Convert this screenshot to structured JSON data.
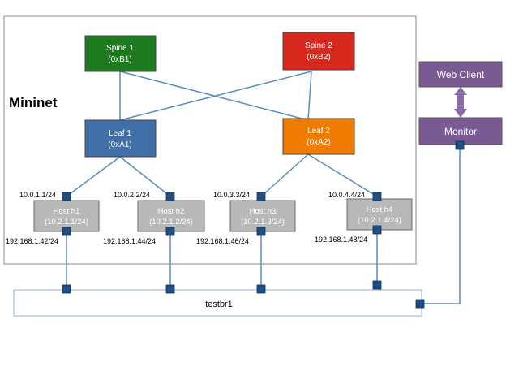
{
  "mininet": {
    "label": "Mininet"
  },
  "switches": {
    "spine1": {
      "name": "Spine 1",
      "id": "(0xB1)",
      "color": "#1e7a1e"
    },
    "spine2": {
      "name": "Spine 2",
      "id": "(0xB2)",
      "color": "#d8281e"
    },
    "leaf1": {
      "name": "Leaf 1",
      "id": "(0xA1)",
      "color": "#3f6fa6"
    },
    "leaf2": {
      "name": "Leaf 2",
      "id": "(0xA2)",
      "color": "#ef7c00"
    }
  },
  "hosts": {
    "h1": {
      "name": "Host h1",
      "subnet": "(10.2.1.1/24)",
      "top_ip": "10.0.1.1/24",
      "bottom_ip": "192.168.1.42/24"
    },
    "h2": {
      "name": "Host h2",
      "subnet": "(10.2.1.2/24)",
      "top_ip": "10.0.2.2/24",
      "bottom_ip": "192.168.1.44/24"
    },
    "h3": {
      "name": "Host h3",
      "subnet": "(10.2.1.3/24)",
      "top_ip": "10.0.3.3/24",
      "bottom_ip": "192.168.1.46/24"
    },
    "h4": {
      "name": "Host h4",
      "subnet": "(10.2.1.4/24)",
      "top_ip": "10.0.4.4/24",
      "bottom_ip": "192.168.1.48/24"
    }
  },
  "external": {
    "web_client": "Web Client",
    "monitor": "Monitor",
    "bridge": "testbr1"
  },
  "colors": {
    "link": "#5b8cc0",
    "port": "#1f4f86",
    "host_fill": "#b8b8b8",
    "external_fill": "#7a5a92",
    "arrow": "#8a6aa8"
  }
}
